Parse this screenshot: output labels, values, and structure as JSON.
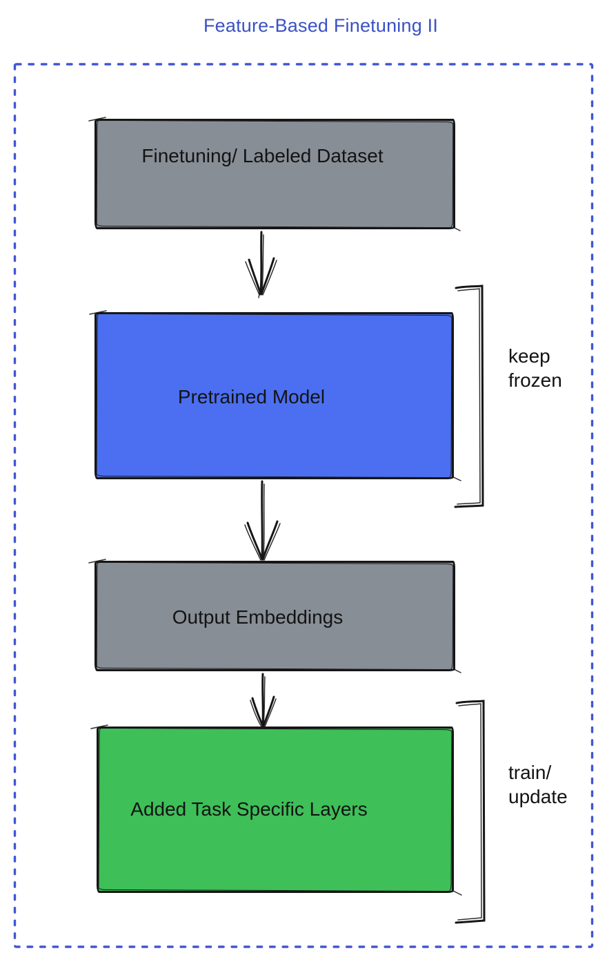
{
  "title": {
    "text": "Feature-Based Finetuning II"
  },
  "colors": {
    "title": "#3b51c4",
    "frame": "#4156d2",
    "ink": "#161616",
    "node_gray": "#888e96",
    "node_blue": "#4b6ff0",
    "node_green": "#3ebf58"
  },
  "nodes": [
    {
      "id": "dataset",
      "label": "Finetuning/ Labeled Dataset",
      "color_role": "gray"
    },
    {
      "id": "pretrained-model",
      "label": "Pretrained Model",
      "color_role": "blue"
    },
    {
      "id": "output-embeddings",
      "label": "Output Embeddings",
      "color_role": "gray"
    },
    {
      "id": "task-layers",
      "label": "Added Task Specific Layers",
      "color_role": "green"
    }
  ],
  "annotations": [
    {
      "id": "keep-frozen",
      "lines": [
        "keep",
        "frozen"
      ],
      "applies_to": "Pretrained Model"
    },
    {
      "id": "train-update",
      "lines": [
        "train/",
        "update"
      ],
      "applies_to": "Added Task Specific Layers"
    }
  ],
  "connectors": [
    {
      "id": "arrow-1",
      "from": "Finetuning/ Labeled Dataset",
      "to": "Pretrained Model"
    },
    {
      "id": "arrow-2",
      "from": "Pretrained Model",
      "to": "Output Embeddings"
    },
    {
      "id": "arrow-3",
      "from": "Output Embeddings",
      "to": "Added Task Specific Layers"
    }
  ]
}
